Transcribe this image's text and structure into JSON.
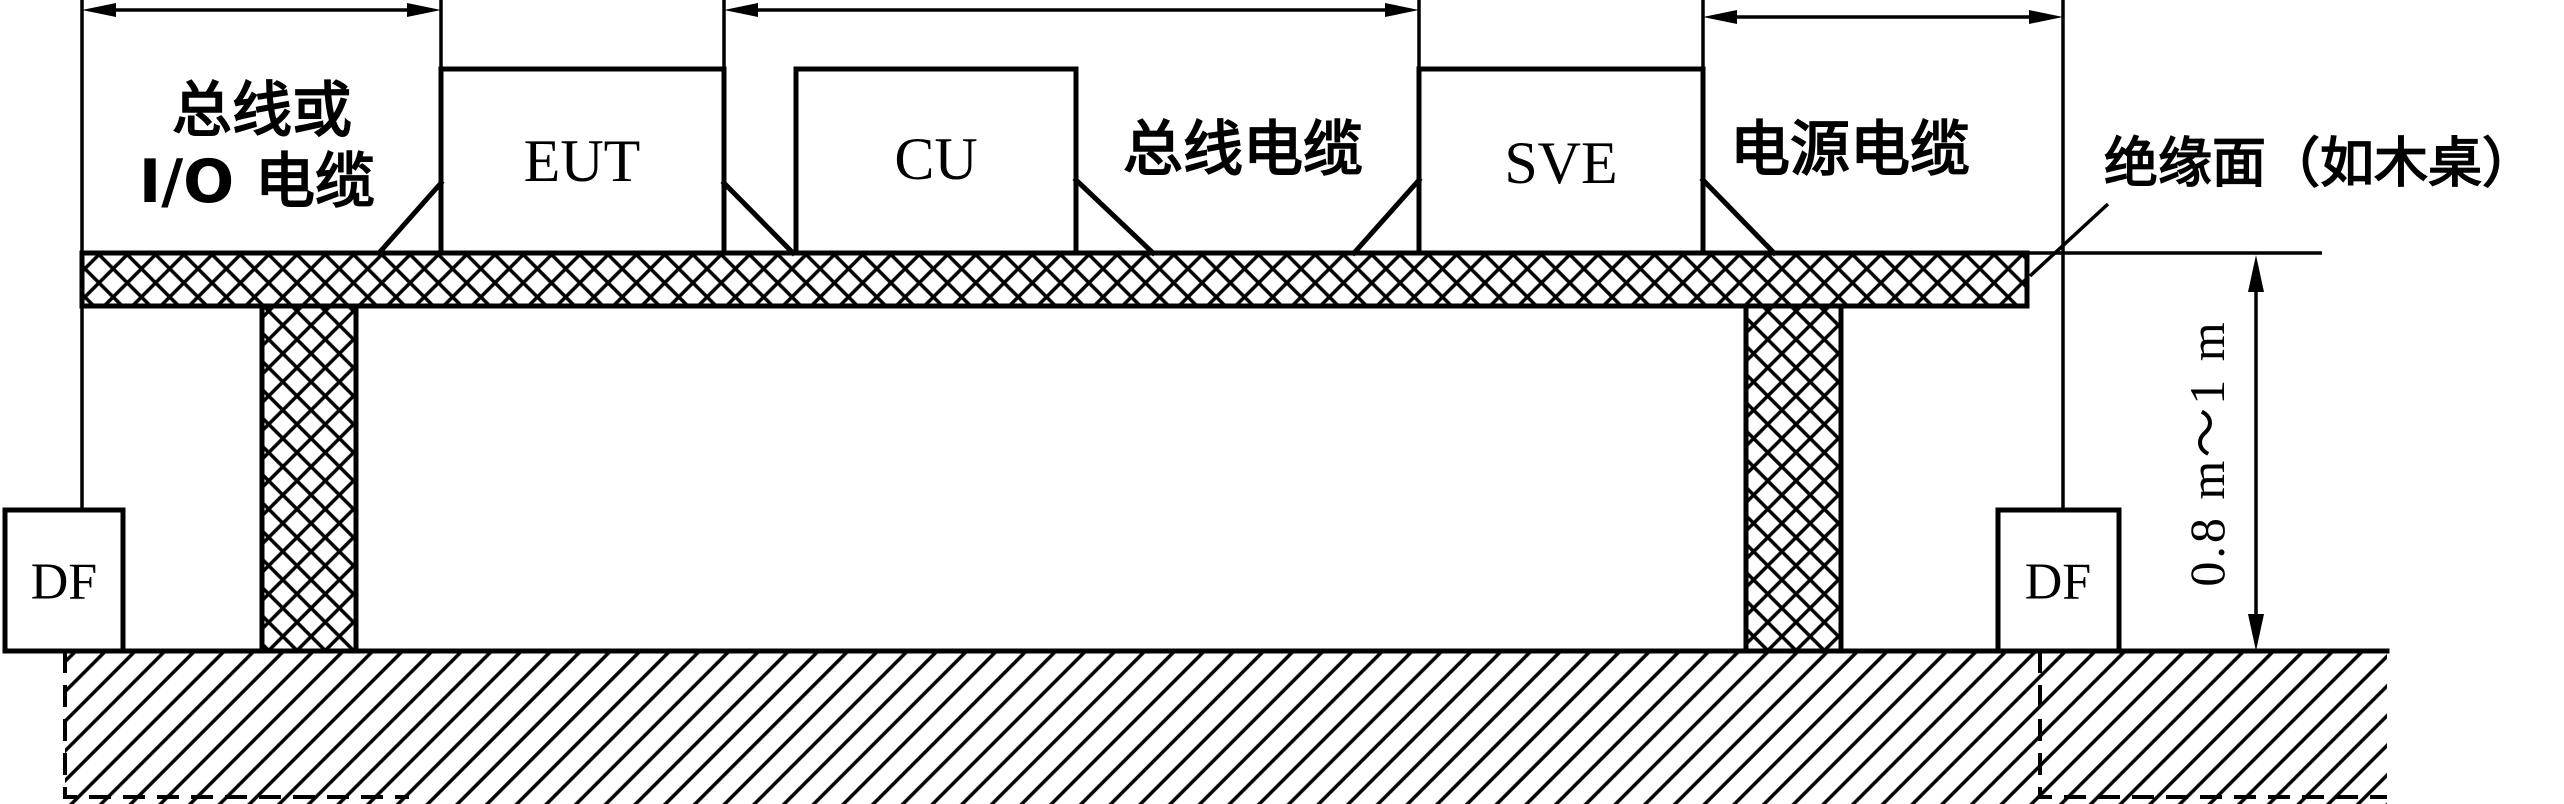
{
  "diagram": {
    "labels": {
      "bus_io_cable_line1": "总线或",
      "bus_io_cable_line2": "I/O 电缆",
      "eut": "EUT",
      "cu": "CU",
      "bus_cable": "总线电缆",
      "sve": "SVE",
      "power_cable": "电源电缆",
      "insulating_surface": "绝缘面（如木桌）",
      "df_left": "DF",
      "df_right": "DF",
      "height": "0.8 m～1 m"
    }
  }
}
